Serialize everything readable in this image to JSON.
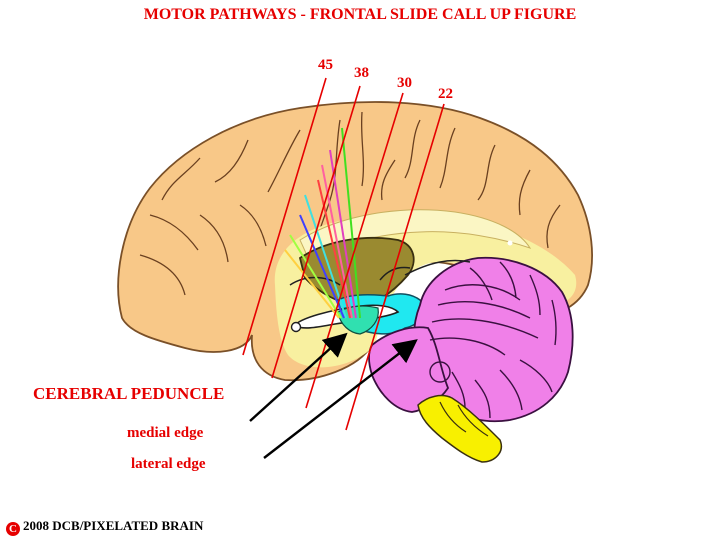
{
  "title": "MOTOR PATHWAYS - FRONTAL SLIDE CALL UP FIGURE",
  "slice_labels": [
    "45",
    "38",
    "30",
    "22"
  ],
  "structure_label": "CEREBRAL PEDUNCLE",
  "callouts": [
    "medial edge",
    "lateral edge"
  ],
  "copyright_symbol": "C",
  "copyright": "2008  DCB/PIXELATED BRAIN",
  "colors": {
    "text_red": "#e60000",
    "cortex": "#f8c888",
    "white_matter": "#f8f0a0",
    "thalamus": "#9a8a30",
    "brainstem_cyan": "#20e8f0",
    "cerebellum": "#f080e8",
    "medulla": "#f8f000"
  }
}
